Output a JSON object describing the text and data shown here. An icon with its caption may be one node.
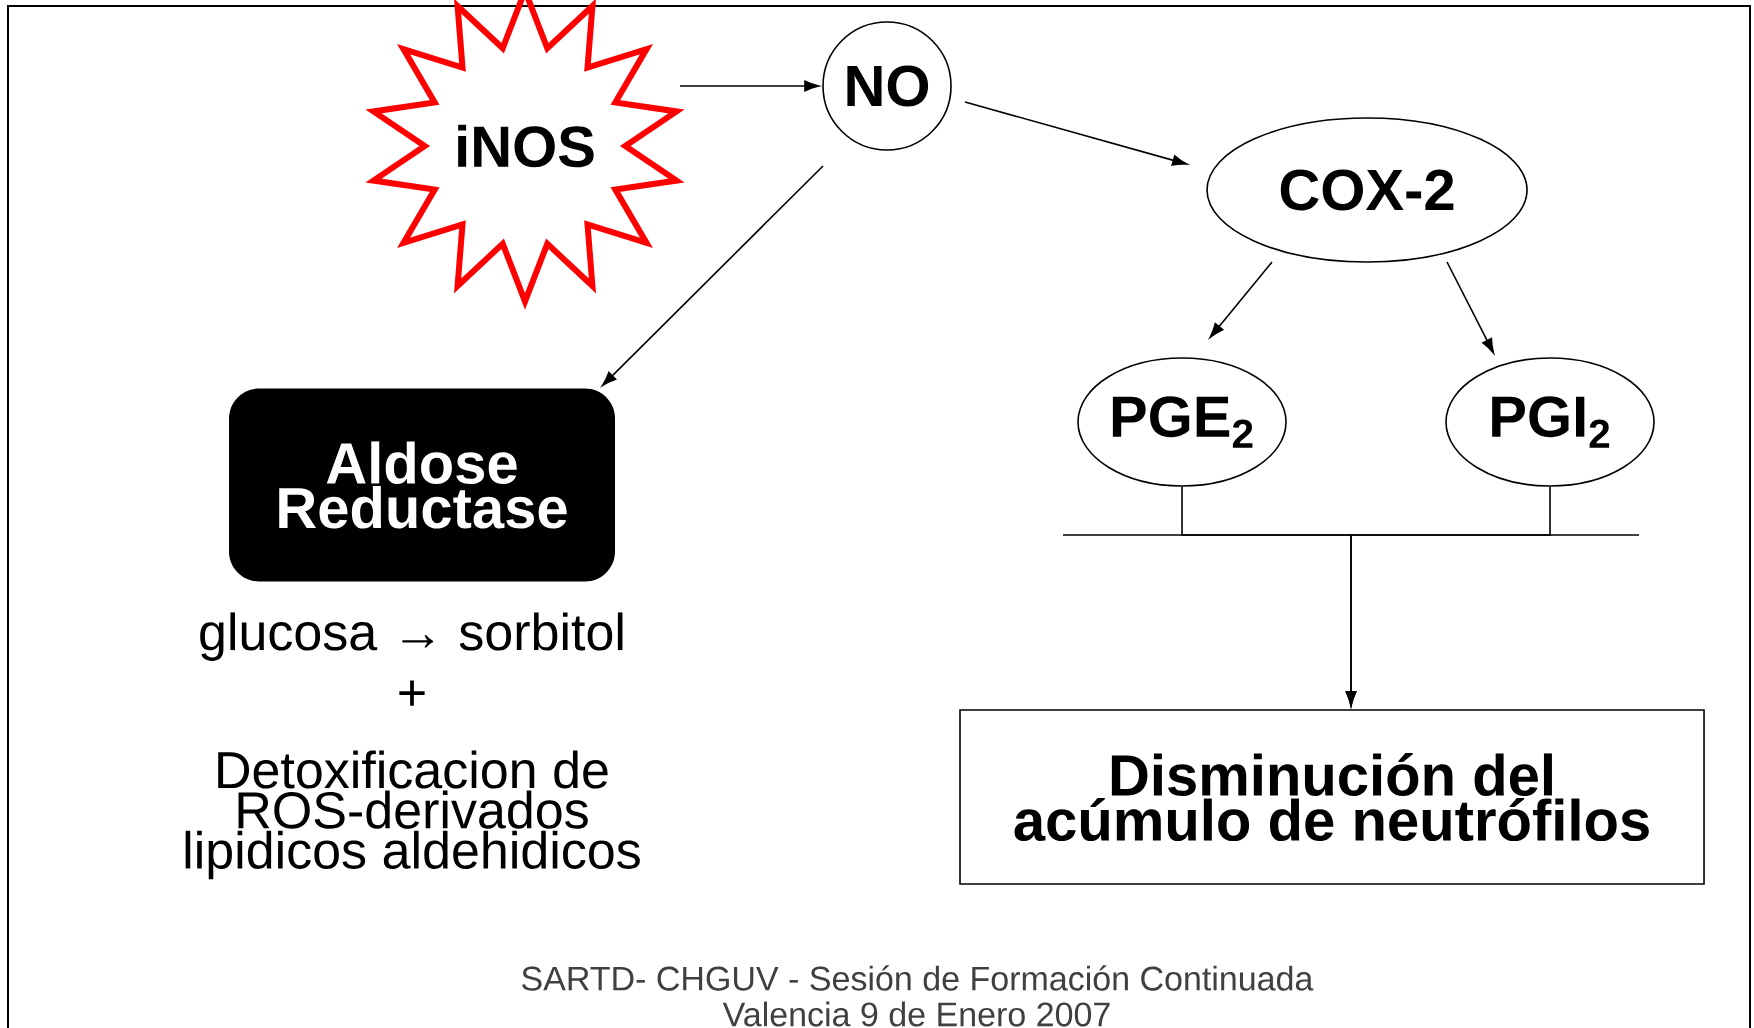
{
  "diagram": {
    "nodes": [
      {
        "text": [
          "iNOS"
        ]
      },
      {
        "text": [
          "NO"
        ]
      },
      {
        "text": [
          "COX-2"
        ]
      },
      {
        "text": [
          "PGE$_{2}$"
        ]
      },
      {
        "text": [
          "PGI$_{2}$"
        ]
      },
      {
        "text": [
          "Aldose Reductase"
        ],
        "beside": [
          "glucosa → sorbitol",
          "+",
          "Detoxificacion de ROS-derivados lipidicos aldehidicos"
        ]
      },
      {
        "text": [
          "Disminución del acúmulo de neutrófilos"
        ]
      }
    ],
    "edges": [
      {
        "from": 0,
        "to": 1,
        "arrow": "to"
      },
      {
        "from": 1,
        "to": 2,
        "arrow": "to"
      },
      {
        "from": 1,
        "to": 5,
        "arrow": "to"
      },
      {
        "from": 2,
        "to": 3,
        "arrow": "to"
      },
      {
        "from": 2,
        "to": 4,
        "arrow": "to"
      },
      {
        "from": 3,
        "to": 6,
        "arrow": "to"
      },
      {
        "from": 4,
        "to": 6,
        "arrow": "to"
      }
    ],
    "labels": [
      "SARTD- CHGUV - Sesión de Formación Continuada",
      "Valencia 9 de Enero 2007"
    ]
  }
}
